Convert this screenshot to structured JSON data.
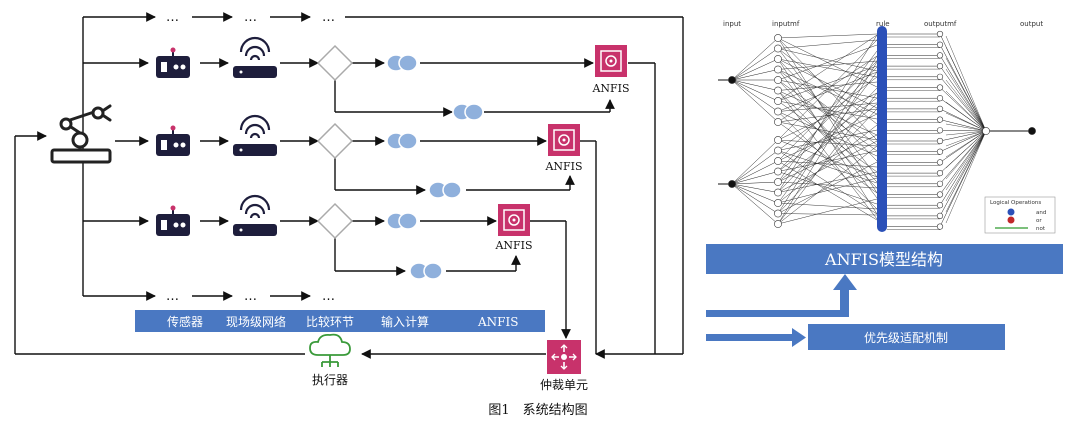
{
  "figure": {
    "caption": "图1　系统结构图"
  },
  "pipeline": {
    "stage_labels": [
      "传感器",
      "现场级网络",
      "比较环节",
      "输入计算",
      "ANFIS"
    ],
    "anfis_label": "ANFIS",
    "executor_label": "执行器",
    "arbiter_label": "仲裁单元",
    "ellipsis": "…"
  },
  "network": {
    "layer_labels": [
      "input",
      "inputmf",
      "rule",
      "outputmf",
      "output"
    ],
    "legend": {
      "title": "Logical Operations",
      "items": [
        {
          "label": "and",
          "color": "#2b50b8"
        },
        {
          "label": "or",
          "color": "#c0282a"
        },
        {
          "label": "not",
          "color": "#2e9a2e"
        }
      ]
    }
  },
  "right_panel": {
    "model_banner": "ANFIS模型结构",
    "priority_banner": "优先级适配机制"
  },
  "colors": {
    "accent_blue": "#4a78c2",
    "anfis_pink": "#c8326b",
    "device_dark": "#1e1e3c",
    "link_blue": "#8fb0dc",
    "executor_green": "#3a9a3a"
  }
}
